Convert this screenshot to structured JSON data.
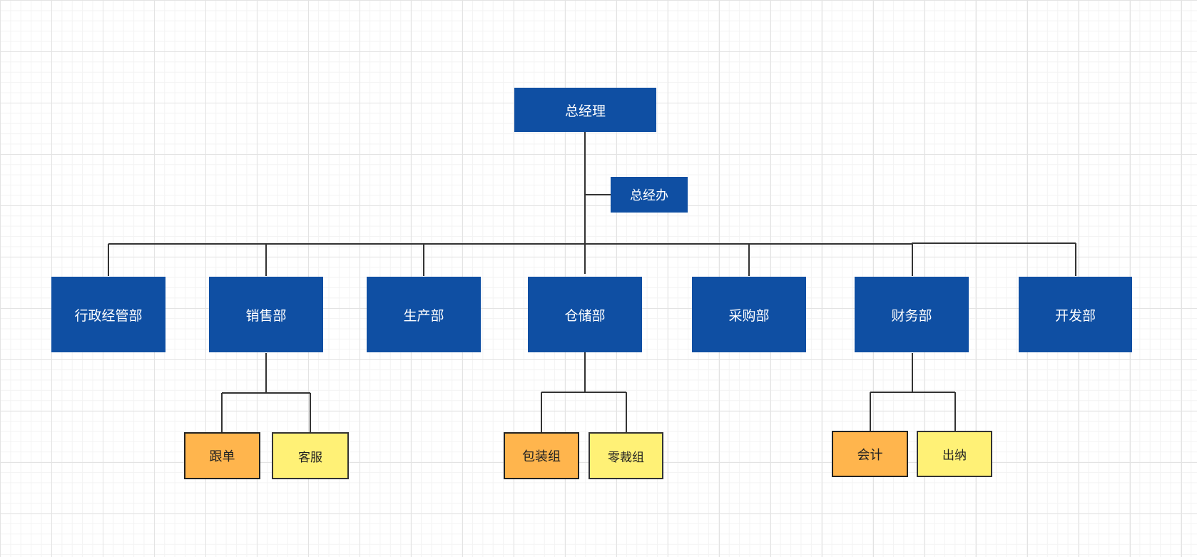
{
  "diagram": {
    "colors": {
      "department": "#0f4fa3",
      "team_primary": "#ffb54d",
      "team_secondary": "#fff176",
      "connector": "#333333"
    },
    "nodes": {
      "ceo": "总经理",
      "ceo_office": "总经办",
      "departments": {
        "admin": "行政经管部",
        "sales": "销售部",
        "production": "生产部",
        "warehouse": "仓储部",
        "purchasing": "采购部",
        "finance": "财务部",
        "development": "开发部"
      },
      "teams": {
        "order_follow_up": "跟单",
        "customer_service": "客服",
        "packaging_team": "包装组",
        "cutting_team": "零裁组",
        "accounting": "会计",
        "cashier": "出纳"
      }
    }
  }
}
